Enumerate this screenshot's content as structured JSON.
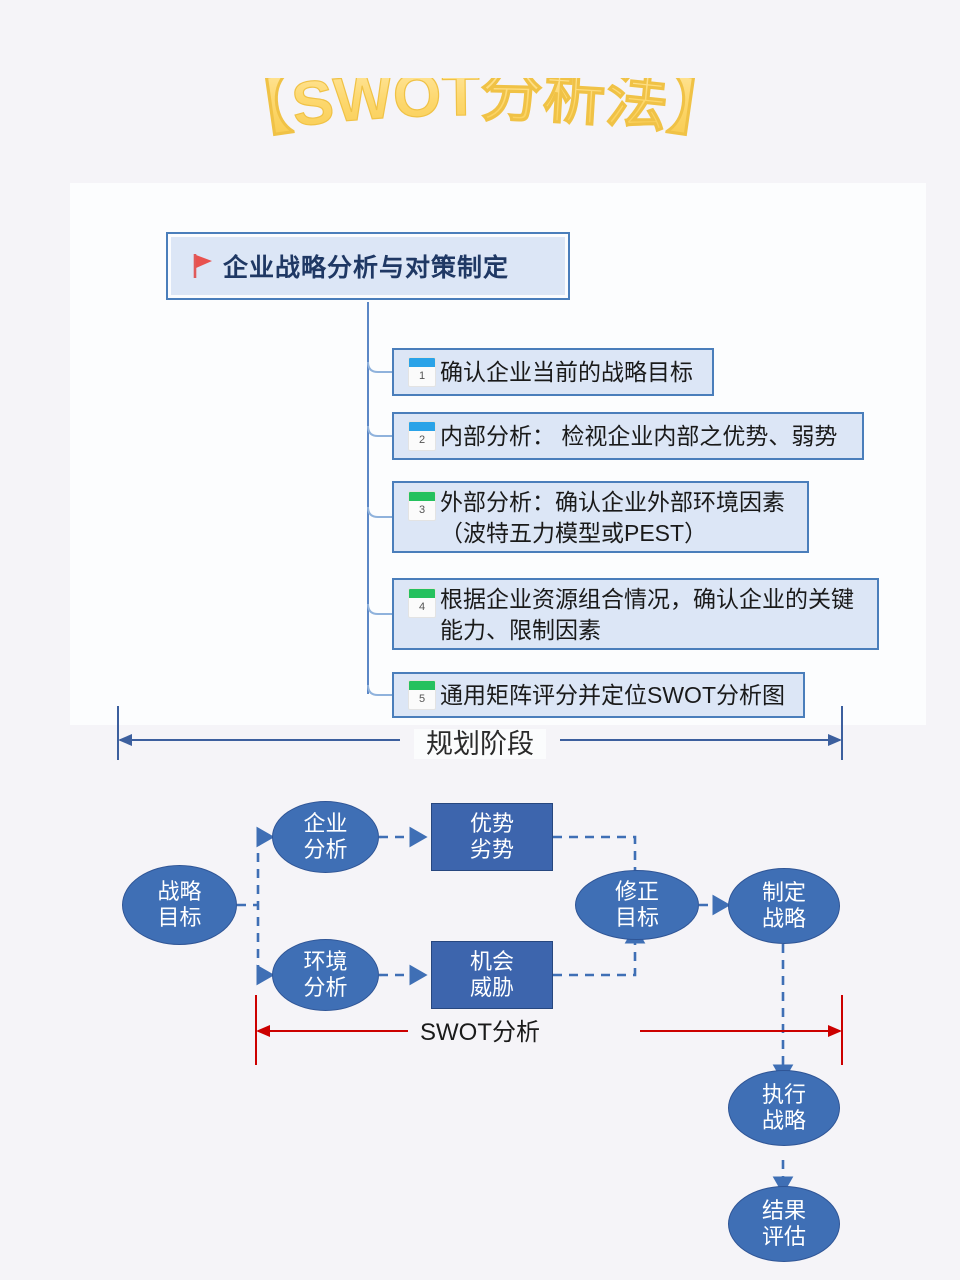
{
  "title": {
    "text": "【SWOT分析法】",
    "color": "#fcd877"
  },
  "mindmap": {
    "root": {
      "label": "企业战略分析与对策制定",
      "icon": "flag-icon",
      "icon_color": "#e05a5a"
    },
    "items": [
      {
        "number": "1",
        "badge_color": "#2aa3e8",
        "lines": [
          "确认企业当前的战略目标"
        ]
      },
      {
        "number": "2",
        "badge_color": "#2aa3e8",
        "lines": [
          "内部分析：  检视企业内部之优势、弱势"
        ]
      },
      {
        "number": "3",
        "badge_color": "#25c15e",
        "lines": [
          "外部分析：确认企业外部环境因素",
          "（波特五力模型或PEST）"
        ]
      },
      {
        "number": "4",
        "badge_color": "#25c15e",
        "lines": [
          "根据企业资源组合情况，确认企业的关键",
          "能力、限制因素"
        ]
      },
      {
        "number": "5",
        "badge_color": "#25c15e",
        "lines": [
          "通用矩阵评分并定位SWOT分析图"
        ]
      }
    ],
    "phase_span_label": "规划阶段",
    "phase_span_color": "#3c5f9e"
  },
  "flow": {
    "span_label": "SWOT分析",
    "span_color": "#cc0000",
    "nodes": [
      {
        "id": "goal",
        "shape": "ellipse",
        "lines": [
          "战略",
          "目标"
        ]
      },
      {
        "id": "biz",
        "shape": "ellipse",
        "lines": [
          "企业",
          "分析"
        ]
      },
      {
        "id": "env",
        "shape": "ellipse",
        "lines": [
          "环境",
          "分析"
        ]
      },
      {
        "id": "sw",
        "shape": "rect",
        "lines": [
          "优势",
          "劣势"
        ]
      },
      {
        "id": "ot",
        "shape": "rect",
        "lines": [
          "机会",
          "威胁"
        ]
      },
      {
        "id": "revise",
        "shape": "ellipse",
        "lines": [
          "修正",
          "目标"
        ]
      },
      {
        "id": "formulate",
        "shape": "ellipse",
        "lines": [
          "制定",
          "战略"
        ]
      },
      {
        "id": "execute",
        "shape": "ellipse",
        "lines": [
          "执行",
          "战略"
        ]
      },
      {
        "id": "evaluate",
        "shape": "ellipse",
        "lines": [
          "结果",
          "评估"
        ]
      }
    ],
    "node_fill": "#3f6fb5",
    "rect_fill": "#3d65ad",
    "connector_color": "#3f6fb5"
  }
}
